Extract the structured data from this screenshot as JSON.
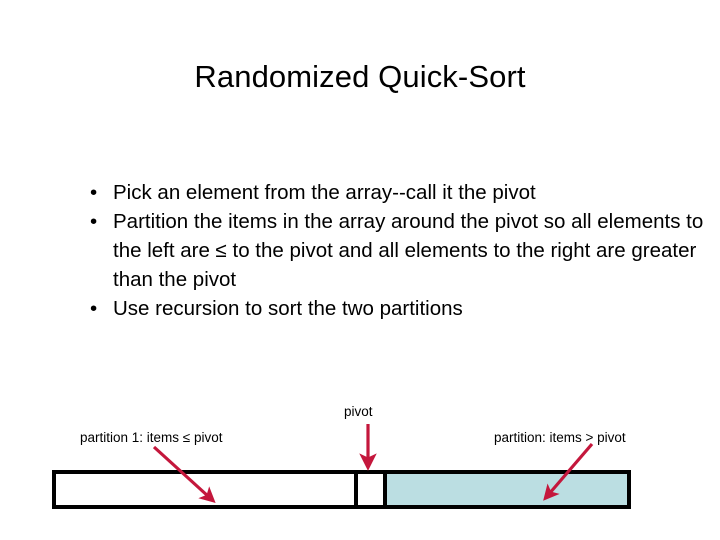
{
  "slide": {
    "title": "Randomized Quick-Sort",
    "bullets": [
      {
        "marker": "•",
        "text": "Pick an element from the array--call it the pivot"
      },
      {
        "marker": "•",
        "text": "Partition the items in the array around the pivot so all elements to the left are ≤ to the pivot and all elements to the right are greater than the pivot"
      },
      {
        "marker": "•",
        "text": "Use recursion to sort the two partitions"
      }
    ],
    "diagram": {
      "labels": {
        "partition_left": "partition 1: items ≤ pivot",
        "pivot": "pivot",
        "partition_right": "partition: items > pivot"
      },
      "array_segments": [
        {
          "name": "left-partition-segment",
          "fill": "#ffffff"
        },
        {
          "name": "pivot-segment",
          "fill": "#ffffff"
        },
        {
          "name": "right-partition-segment",
          "fill": "#bbdee2"
        }
      ],
      "colors": {
        "arrow": "#c4173c",
        "segment_border": "#000000",
        "right_segment_fill": "#bbdee2",
        "background": "#ffffff"
      },
      "arrows": [
        {
          "name": "arrow-to-left-partition",
          "direction": "down-right"
        },
        {
          "name": "arrow-to-pivot",
          "direction": "down"
        },
        {
          "name": "arrow-to-right-partition",
          "direction": "down-left"
        }
      ]
    }
  }
}
